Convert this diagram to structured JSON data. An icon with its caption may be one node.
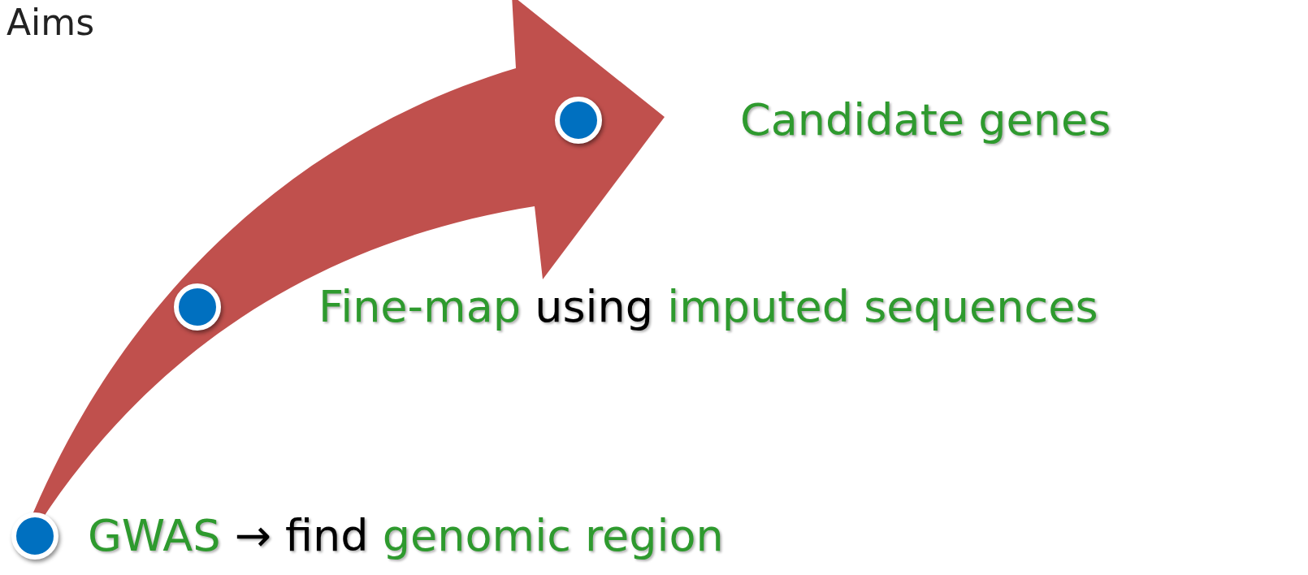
{
  "diagram": {
    "title": "Aims",
    "nodes": [
      {
        "text": [
          "**GWAS** → find **genomic region**"
        ]
      },
      {
        "text": [
          "**Fine-map** using **imputed sequences**"
        ]
      },
      {
        "text": [
          "**Candidate genes**"
        ]
      }
    ],
    "edges": [
      {
        "from": 0,
        "to": 2,
        "arrow": "to",
        "style": "thick",
        "color": "#c0504d"
      }
    ]
  }
}
